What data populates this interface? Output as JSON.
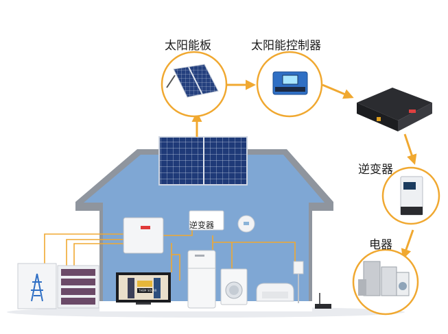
{
  "labels": {
    "solar_panel": "太阳能板",
    "controller": "太阳能控制器",
    "inverter_right": "逆变器",
    "appliances": "电器",
    "inverter_house": "逆变器"
  },
  "tv_screen_text": "THEM SOLAR",
  "colors": {
    "accent": "#f0a830",
    "house_blue": "#7fa6d3",
    "roof_gray": "#8d939c",
    "wire": "#f0a830"
  }
}
